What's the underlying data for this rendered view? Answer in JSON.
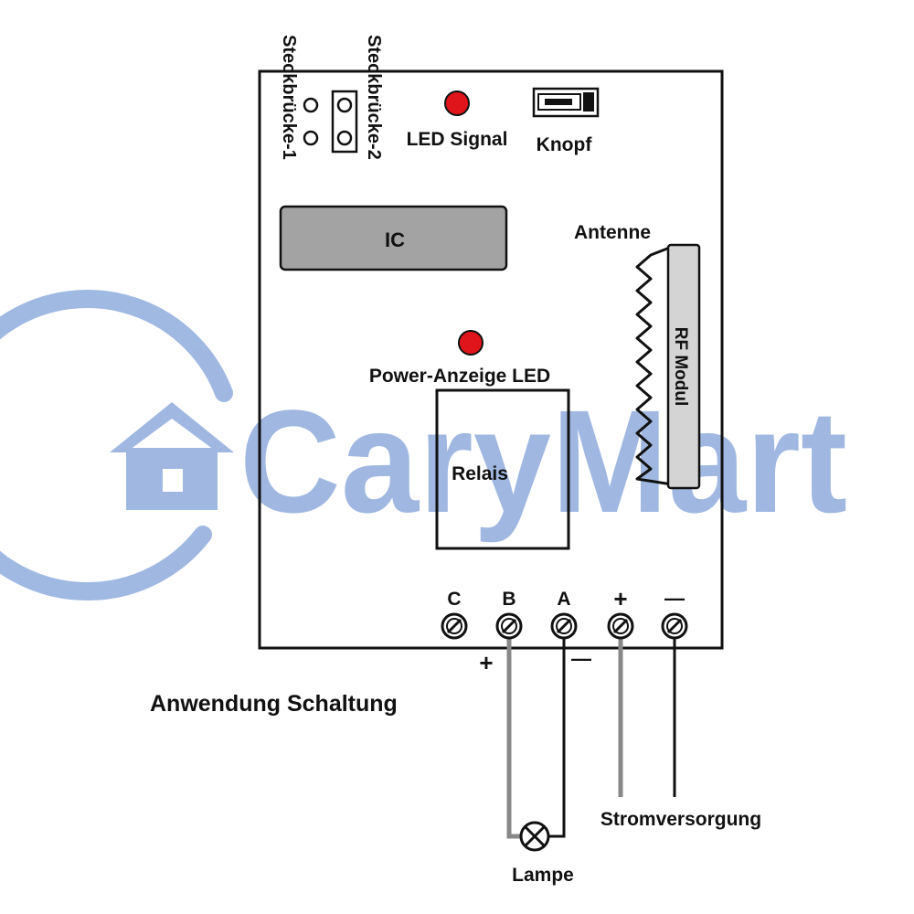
{
  "labels": {
    "jumper1": "Steckbrücke-1",
    "jumper2": "Steckbrücke-2",
    "led_signal": "LED Signal",
    "button": "Knopf",
    "ic": "IC",
    "antenna": "Antenne",
    "rf_module": "RF Modul",
    "power_led": "Power-Anzeige LED",
    "relay": "Relais",
    "terminals": [
      "C",
      "B",
      "A",
      "+",
      "—"
    ],
    "lamp_plus": "+",
    "lamp_minus": "—",
    "application": "Anwendung Schaltung",
    "power_supply": "Stromversorgung",
    "lamp": "Lampe"
  },
  "watermark": {
    "text": "CaryMart",
    "color": "#9bb5e0"
  },
  "colors": {
    "led": "#e0151b",
    "ic_fill": "#a3a3a3",
    "rf_fill": "#d4d4d4",
    "wire_gray": "#888888",
    "wire_black": "#111111"
  }
}
